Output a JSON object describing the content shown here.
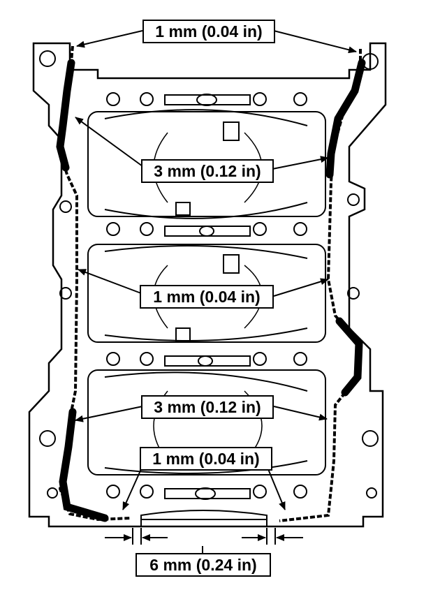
{
  "callouts": {
    "top": "1 mm (0.04 in)",
    "upper": "3 mm (0.12 in)",
    "middle": "1 mm (0.04 in)",
    "lower": "3 mm (0.12 in)",
    "bottom": "1 mm (0.04 in)",
    "dimension": "6 mm (0.24 in)"
  }
}
